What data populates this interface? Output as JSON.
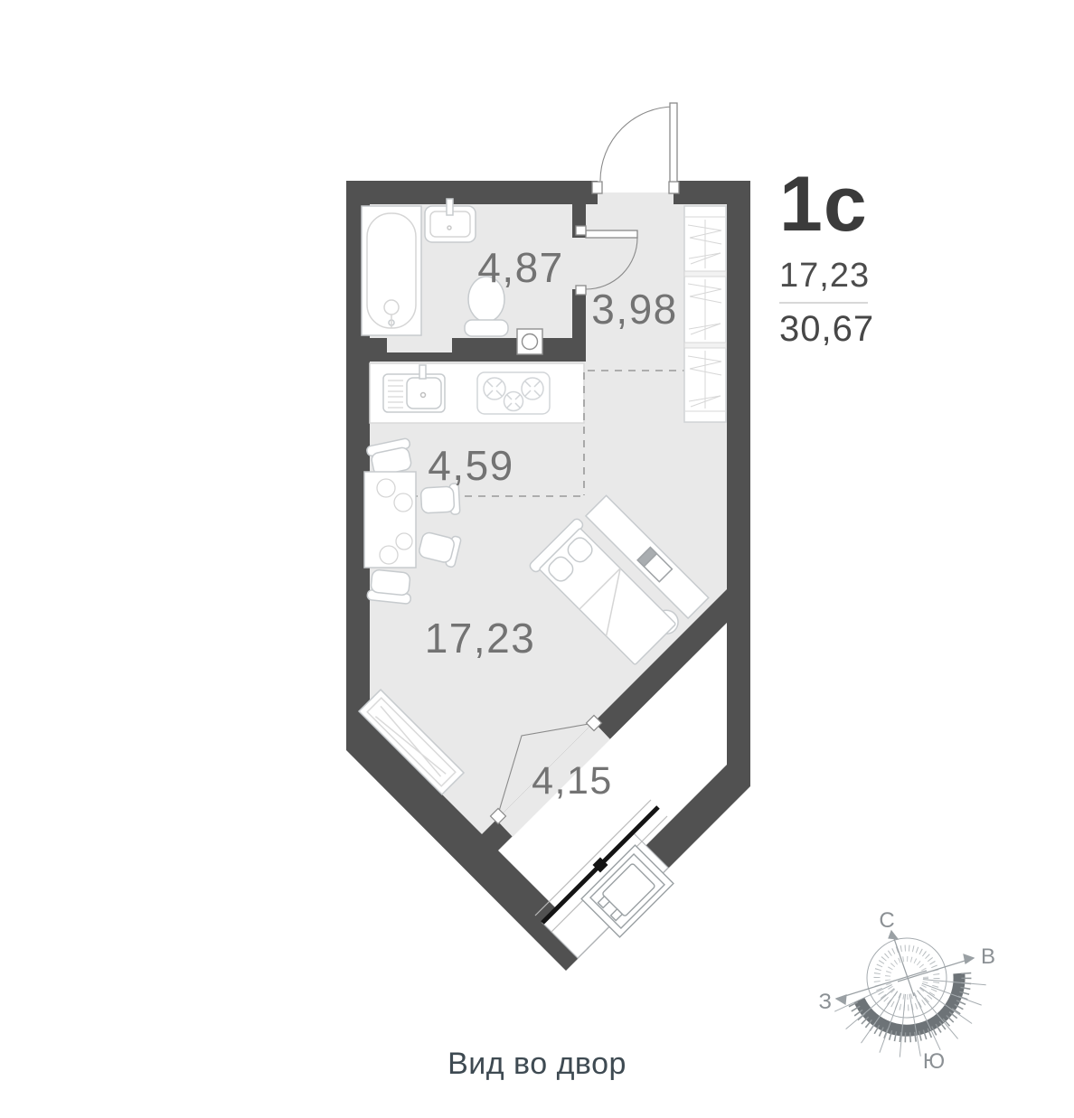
{
  "plan": {
    "unit_type": "1с",
    "area_living": "17,23",
    "area_total": "30,67",
    "rooms": [
      {
        "name": "bathroom",
        "area": "4,87"
      },
      {
        "name": "hallway",
        "area": "3,98"
      },
      {
        "name": "kitchen",
        "area": "4,59"
      },
      {
        "name": "living-room",
        "area": "17,23"
      },
      {
        "name": "balcony",
        "area": "4,15"
      }
    ],
    "view_caption": "Вид во двор",
    "compass": {
      "north": "С",
      "east": "В",
      "west": "З",
      "south": "Ю"
    },
    "colors": {
      "wall": "#515151",
      "floor": "#e9e9e9",
      "furniture_stroke": "#c7cbce",
      "room_label": "#737373",
      "title": "#3b3b3b",
      "caption": "#3e4a52",
      "window_glazing": "#141414"
    }
  }
}
